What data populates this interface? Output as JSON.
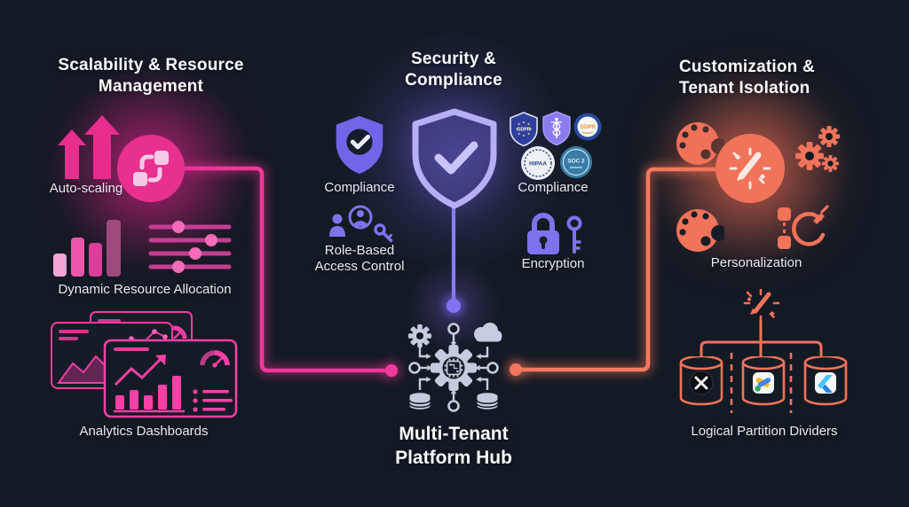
{
  "left": {
    "title": "Scalability & Resource Management",
    "auto_scaling": "Auto-scaling",
    "dynamic_resource": "Dynamic Resource Allocation",
    "analytics": "Analytics Dashboards"
  },
  "center": {
    "title": "Security & Compliance",
    "compliance_left": "Compliance",
    "compliance_right": "Compliance",
    "rbac": "Role-Based Access Control",
    "encryption": "Encryption",
    "hub_title": "Multi-Tenant Platform Hub",
    "badges": {
      "gdpr_shield": "GDPR",
      "gdpr_circle": "GDPR",
      "hipaa": "HIPAA",
      "soc2": "SOC 2"
    }
  },
  "right": {
    "title": "Customization & Tenant Isolation",
    "personalization": "Personalization",
    "partition": "Logical Partition Dividers"
  },
  "colors": {
    "background": "#141a24",
    "pink": "#e8308e",
    "purple": "#7166e8",
    "coral": "#f0735a",
    "hub_icon": "#c7cbdf",
    "text": "#f2f4f9"
  }
}
